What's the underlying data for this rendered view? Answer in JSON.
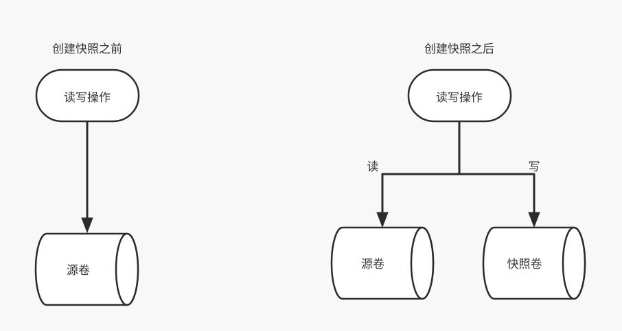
{
  "left": {
    "title": "创建快照之前",
    "operation": "读写操作",
    "source_volume": "源卷"
  },
  "right": {
    "title": "创建快照之后",
    "operation": "读写操作",
    "read_label": "读",
    "write_label": "写",
    "source_volume": "源卷",
    "snapshot_volume": "快照卷"
  },
  "colors": {
    "background": "#f8f8f8",
    "stroke": "#2b2b2b",
    "fill": "#ffffff",
    "text": "#333333"
  }
}
